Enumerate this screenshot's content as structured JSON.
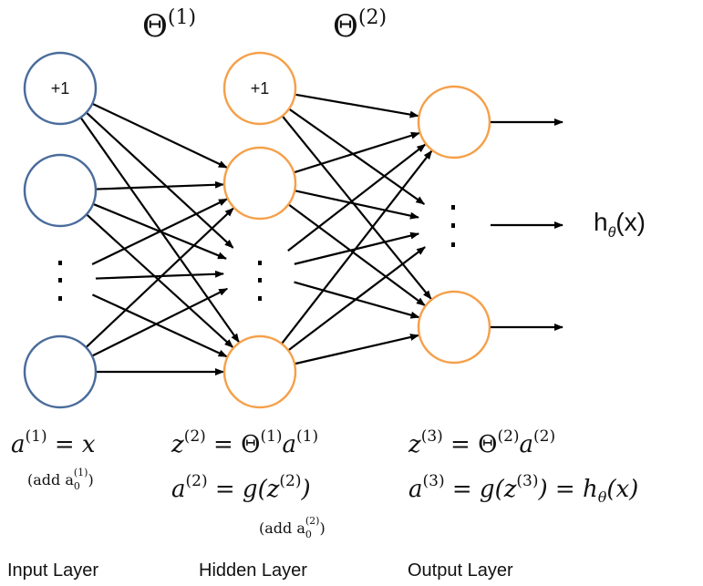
{
  "colors": {
    "input_node": "#4a6c9b",
    "hidden_node": "#f5a04a",
    "output_node": "#f5a04a",
    "edge": "#000000"
  },
  "diagram": {
    "theta1": {
      "base": "Θ",
      "sup": "(1)"
    },
    "theta2": {
      "base": "Θ",
      "sup": "(2)"
    },
    "bias_label": "+1",
    "output_label": {
      "h": "h",
      "sub": "θ",
      "arg": "(x)"
    },
    "layers": {
      "input": "Input Layer",
      "hidden": "Hidden Layer",
      "output": "Output Layer"
    },
    "equations": {
      "input": {
        "line1": {
          "a": "a",
          "sup": "(1)",
          "rest": " = x"
        },
        "note": {
          "text": "(add a",
          "sub": "0",
          "sup": "(1)",
          "close": ")"
        }
      },
      "hidden": {
        "line1": {
          "z": "z",
          "sup": "(2)",
          "mid": " = Θ",
          "sup2": "(1)",
          "a": "a",
          "sup3": "(1)"
        },
        "line2": {
          "a": "a",
          "sup": "(2)",
          "mid": " = g(z",
          "sup2": "(2)",
          "close": ")"
        },
        "note": {
          "text": "(add a",
          "sub": "0",
          "sup": "(2)",
          "close": ")"
        }
      },
      "output": {
        "line1": {
          "z": "z",
          "sup": "(3)",
          "mid": " = Θ",
          "sup2": "(2)",
          "a": "a",
          "sup3": "(2)"
        },
        "line2": {
          "a": "a",
          "sup": "(3)",
          "mid": " = g(z",
          "sup2": "(3)",
          "close": ") = h",
          "sub": "θ",
          "end": "(x)"
        }
      }
    }
  }
}
